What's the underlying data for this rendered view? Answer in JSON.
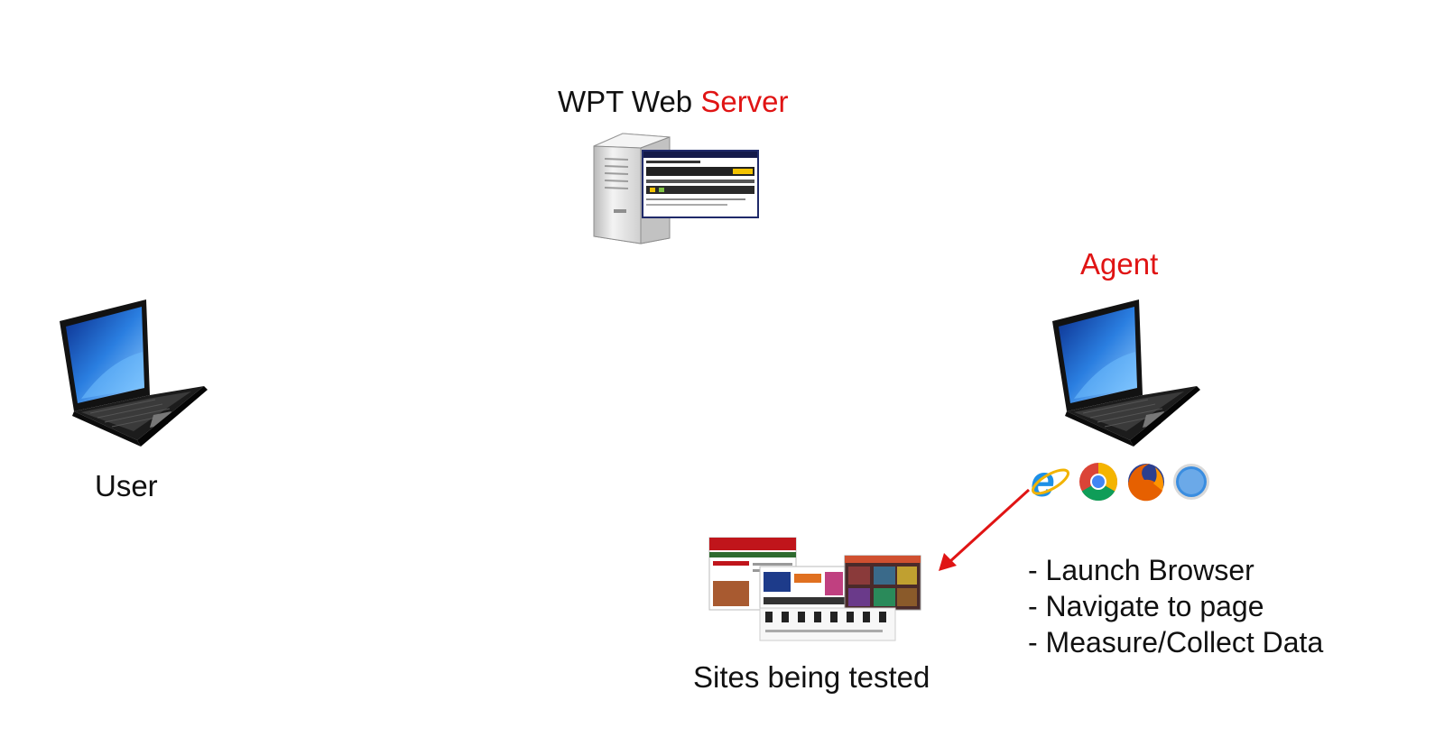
{
  "server": {
    "title_prefix": "WPT Web ",
    "title_highlight": "Server"
  },
  "agent": {
    "title": "Agent"
  },
  "user": {
    "label": "User"
  },
  "sites": {
    "label": "Sites being tested"
  },
  "steps": [
    "- Launch Browser",
    "- Navigate to page",
    "- Measure/Collect Data"
  ],
  "browsers": [
    "internet-explorer-icon",
    "chrome-icon",
    "firefox-icon",
    "safari-icon"
  ],
  "colors": {
    "highlight": "#e01414",
    "arrow": "#e01414",
    "text": "#111111"
  }
}
